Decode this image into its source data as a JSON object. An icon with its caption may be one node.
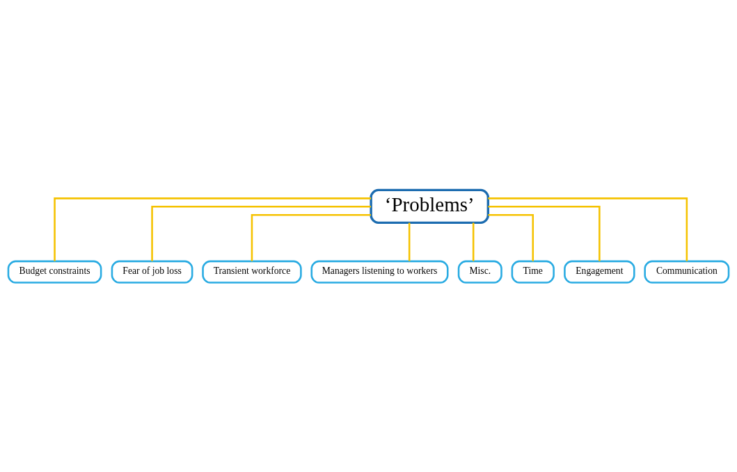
{
  "diagram": {
    "nodes": [
      {
        "text": [
          "‘Problems’"
        ]
      },
      {
        "text": [
          "Budget constraints"
        ]
      },
      {
        "text": [
          "Fear of job loss"
        ]
      },
      {
        "text": [
          "Transient workforce"
        ]
      },
      {
        "text": [
          "Managers listening to workers"
        ]
      },
      {
        "text": [
          "Misc."
        ]
      },
      {
        "text": [
          "Time"
        ]
      },
      {
        "text": [
          "Engagement"
        ]
      },
      {
        "text": [
          "Communication"
        ]
      }
    ],
    "edges": [
      {
        "from": 0,
        "to": 1,
        "arrow": "none"
      },
      {
        "from": 0,
        "to": 2,
        "arrow": "none"
      },
      {
        "from": 0,
        "to": 3,
        "arrow": "none"
      },
      {
        "from": 0,
        "to": 4,
        "arrow": "none"
      },
      {
        "from": 0,
        "to": 5,
        "arrow": "none"
      },
      {
        "from": 0,
        "to": 6,
        "arrow": "none"
      },
      {
        "from": 0,
        "to": 7,
        "arrow": "none"
      },
      {
        "from": 0,
        "to": 8,
        "arrow": "none"
      }
    ]
  }
}
